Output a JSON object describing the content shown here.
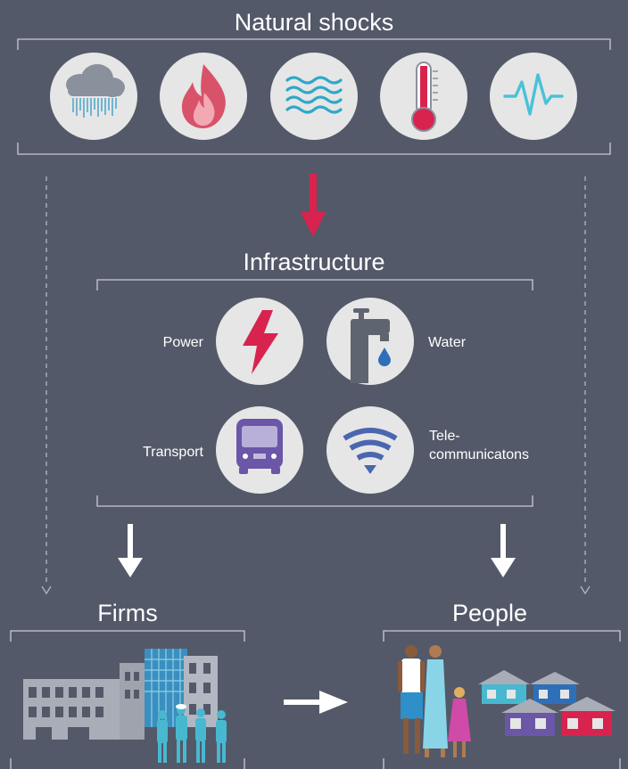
{
  "natural_shocks": {
    "title": "Natural shocks",
    "icons": [
      "rain-icon",
      "fire-icon",
      "flood-icon",
      "heat-icon",
      "earthquake-icon"
    ]
  },
  "infrastructure": {
    "title": "Infrastructure",
    "items": [
      {
        "label": "Power",
        "icon": "lightning-icon"
      },
      {
        "label": "Water",
        "icon": "tap-icon"
      },
      {
        "label": "Transport",
        "icon": "bus-icon"
      },
      {
        "label": "Tele-",
        "label_line2": "communicatons",
        "icon": "wifi-icon"
      }
    ]
  },
  "firms": {
    "title": "Firms"
  },
  "people": {
    "title": "People"
  },
  "colors": {
    "background": "#535968",
    "circle": "#e6e6e6",
    "accent_red": "#d8234f",
    "flow_arrow": "#ffffff",
    "dashed_arrow": "#aab0bc",
    "transport_purple": "#6b56a8",
    "water_blue": "#2f6fb8",
    "shock_blue": "#3aa0c8"
  }
}
